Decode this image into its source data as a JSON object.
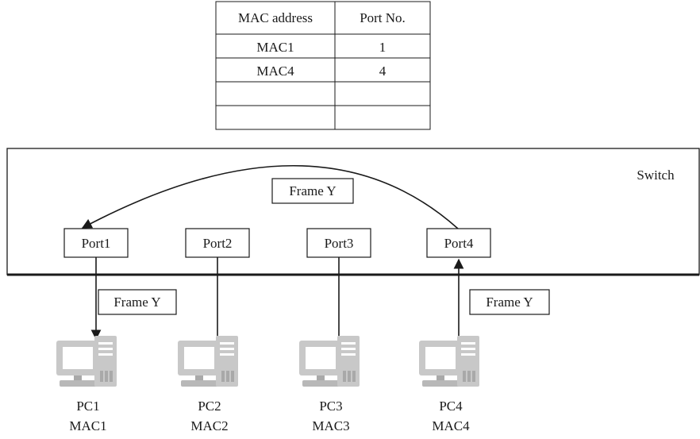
{
  "mac_table": {
    "headers": [
      "MAC address",
      "Port No."
    ],
    "rows": [
      [
        "MAC1",
        "1"
      ],
      [
        "MAC4",
        "4"
      ],
      [
        "",
        ""
      ],
      [
        "",
        ""
      ]
    ]
  },
  "switch": {
    "label": "Switch",
    "forward_label": "Frame Y",
    "ports": [
      "Port1",
      "Port2",
      "Port3",
      "Port4"
    ]
  },
  "links": {
    "left_label": "Frame Y",
    "right_label": "Frame Y"
  },
  "pcs": [
    {
      "name": "PC1",
      "mac": "MAC1",
      "icon": "computer-icon"
    },
    {
      "name": "PC2",
      "mac": "MAC2",
      "icon": "computer-icon"
    },
    {
      "name": "PC3",
      "mac": "MAC3",
      "icon": "computer-icon"
    },
    {
      "name": "PC4",
      "mac": "MAC4",
      "icon": "computer-icon"
    }
  ],
  "colors": {
    "ink": "#1a1a1a",
    "computer_gray": "#c8c8c8",
    "computer_dark": "#a9a9a9"
  }
}
